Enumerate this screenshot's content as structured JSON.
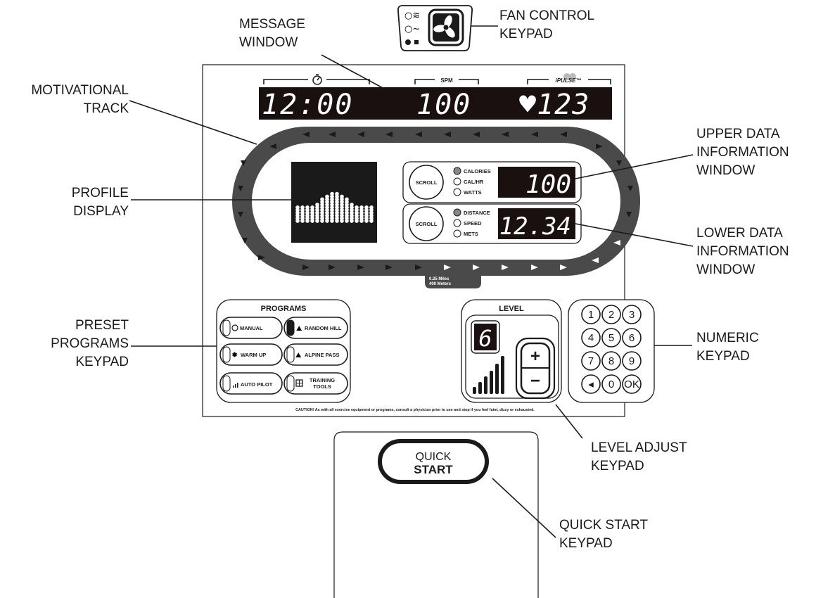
{
  "callouts": {
    "message_window": [
      "MESSAGE",
      "WINDOW"
    ],
    "fan_control": [
      "FAN CONTROL",
      "KEYPAD"
    ],
    "motivational_track": [
      "MOTIVATIONAL",
      "TRACK"
    ],
    "upper_data": [
      "UPPER DATA",
      "INFORMATION",
      "WINDOW"
    ],
    "profile_display": [
      "PROFILE",
      "DISPLAY"
    ],
    "lower_data": [
      "LOWER DATA",
      "INFORMATION",
      "WINDOW"
    ],
    "preset_programs": [
      "PRESET",
      "PROGRAMS",
      "KEYPAD"
    ],
    "numeric_keypad": [
      "NUMERIC",
      "KEYPAD"
    ],
    "level_adjust": [
      "LEVEL ADJUST",
      "KEYPAD"
    ],
    "quick_start": [
      "QUICK START",
      "KEYPAD"
    ]
  },
  "message_window": {
    "spm_label": "SPM",
    "ipulse_label": "iPULSE™",
    "time": "12:00",
    "spm": "100",
    "pulse": "♥123"
  },
  "upper_window": {
    "scroll_label": "SCROLL",
    "options": [
      "CALORIES",
      "CAL/HR",
      "WATTS"
    ],
    "value": "100"
  },
  "lower_window": {
    "scroll_label": "SCROLL",
    "options": [
      "DISTANCE",
      "SPEED",
      "METS"
    ],
    "value": "12.34"
  },
  "track_distance": [
    "0.25 Miles",
    "400 Meters"
  ],
  "programs": {
    "title": "PROGRAMS",
    "items": [
      "MANUAL",
      "RANDOM HILL",
      "WARM UP",
      "ALPINE PASS",
      "AUTO PILOT",
      "TRAINING",
      "TOOLS"
    ]
  },
  "level": {
    "title": "LEVEL",
    "value": "6",
    "plus": "+",
    "minus": "−"
  },
  "numeric_keys": [
    "1",
    "2",
    "3",
    "4",
    "5",
    "6",
    "7",
    "8",
    "9",
    "◂",
    "0",
    "OK"
  ],
  "caution": "CAUTION! As with all exercise equipment or programs, consult a physician prior to use and stop if you feel faint, dizzy or exhausted.",
  "quick_start": {
    "line1": "QUICK",
    "line2": "START"
  }
}
